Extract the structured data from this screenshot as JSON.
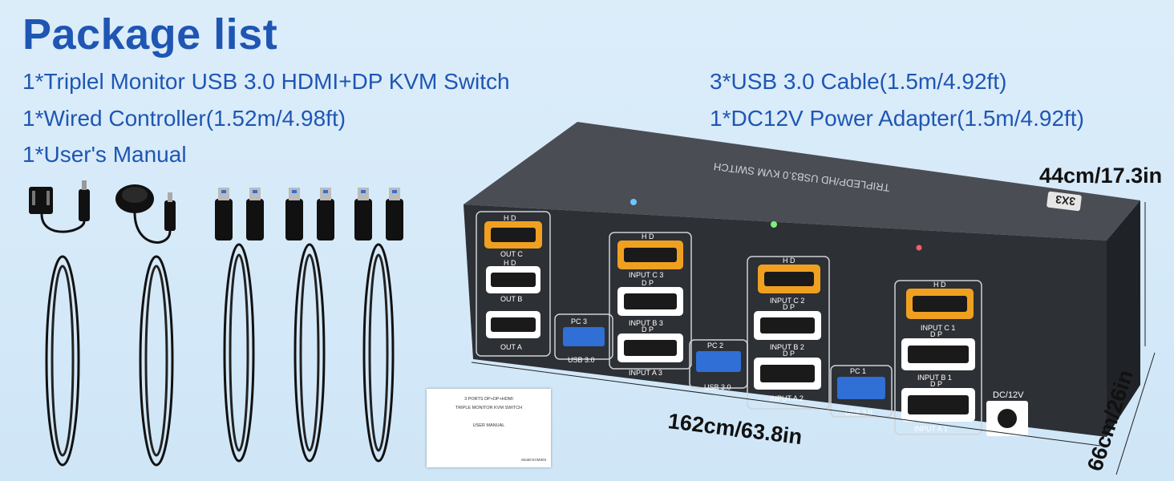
{
  "title": "Package list",
  "items": {
    "switch": "1*Triplel Monitor USB 3.0 HDMI+DP  KVM Switch",
    "controller": "1*Wired Controller(1.52m/4.98ft)",
    "manual": "1*User's Manual",
    "usb_cable": "3*USB 3.0 Cable(1.5m/4.92ft)",
    "power": "1*DC12V Power Adapter(1.5m/4.92ft)"
  },
  "dimensions": {
    "length": "162cm/63.8in",
    "depth": "44cm/17.3in",
    "height": "66cm/26in"
  },
  "device": {
    "top_label": "TRIPLEDP/HD USB3.0 KVM SWITCH",
    "badge": "3X3",
    "power_label": "DC/12V",
    "ports": {
      "hd": "H D",
      "dp": "D P",
      "usb": "USB 3.0",
      "out_c": "OUT C",
      "out_b": "OUT B",
      "out_a": "OUT A",
      "pc3": "PC 3",
      "pc2": "PC 2",
      "pc1": "PC 1",
      "input_c3": "INPUT C 3",
      "input_b3": "INPUT B 3",
      "input_a3": "INPUT A 3",
      "input_c2": "INPUT C 2",
      "input_b2": "INPUT B 2",
      "input_a2": "INPUT A 2",
      "input_c1": "INPUT C 1",
      "input_b1": "INPUT B 1",
      "input_a1": "INPUT A 1"
    }
  },
  "manual_card": {
    "line1": "3 PORTS DP+DP+HDMI",
    "line2": "TRIPLE MONITOR KVM SWITCH",
    "line3": "USER MANUAL",
    "model": "Model:KVM303"
  },
  "colors": {
    "title": "#1f56b3",
    "hdmi": "#f0a020",
    "usb": "#2f6fd6"
  }
}
